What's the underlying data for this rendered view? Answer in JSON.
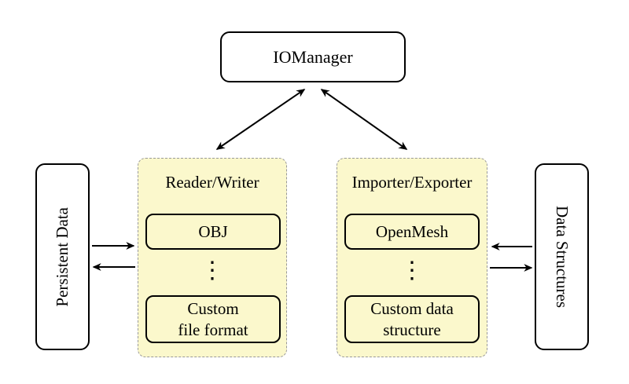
{
  "colors": {
    "background": "#FFFFFF",
    "group_fill": "#FBF8CC",
    "group_border": "#999999",
    "node_fill": "#FFFFFF",
    "node_border": "#000000",
    "arrow": "#000000",
    "text": "#000000"
  },
  "nodes": {
    "iomanager": {
      "label": "IOManager"
    },
    "persistent_data": {
      "label": "Persistent Data"
    },
    "data_structures": {
      "label": "Data Structures"
    }
  },
  "groups": {
    "reader_writer": {
      "title": "Reader/Writer",
      "top_item": "OBJ",
      "dots": "⋮",
      "bottom_item": "Custom\nfile format"
    },
    "importer_exporter": {
      "title": "Importer/Exporter",
      "top_item": "OpenMesh",
      "dots": "⋮",
      "bottom_item": "Custom data\nstructure"
    }
  },
  "connections": [
    {
      "from": "IOManager",
      "to": "Reader/Writer",
      "type": "bidirectional"
    },
    {
      "from": "IOManager",
      "to": "Importer/Exporter",
      "type": "bidirectional"
    },
    {
      "from": "Persistent Data",
      "to": "Reader/Writer",
      "type": "directed"
    },
    {
      "from": "Reader/Writer",
      "to": "Persistent Data",
      "type": "directed"
    },
    {
      "from": "Data Structures",
      "to": "Importer/Exporter",
      "type": "directed"
    },
    {
      "from": "Importer/Exporter",
      "to": "Data Structures",
      "type": "directed"
    }
  ]
}
